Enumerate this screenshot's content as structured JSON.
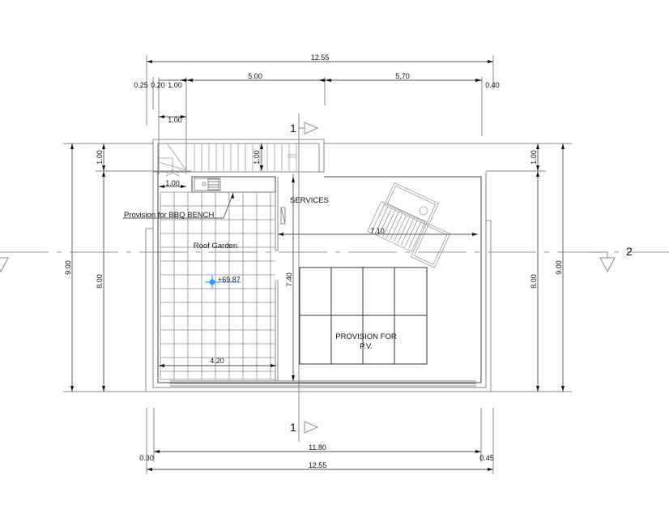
{
  "drawing": {
    "type": "roof plan",
    "stroke_color": "#444444",
    "accent_color": "#3399ff"
  },
  "dimensions": {
    "top_overall": "12.55",
    "top_left_a": "0.25",
    "top_left_b": "0.20",
    "top_left_c": "1.00",
    "top_mid": "5.00",
    "top_right": "5.70",
    "top_right_edge": "0.40",
    "stair_width_top": "1.00",
    "stair_depth": "1.00",
    "bbq_width": "1.00",
    "left_overall": "9.00",
    "left_upper": "1.00",
    "left_lower": "8.00",
    "right_overall": "9.00",
    "right_upper": "1.00",
    "right_lower": "8.00",
    "services_width": "7.10",
    "pv_height": "7.40",
    "garden_width": "4.20",
    "bottom_inner": "11.80",
    "bottom_left_edge": "0.30",
    "bottom_right_edge": "0.45",
    "bottom_overall": "12.55"
  },
  "labels": {
    "bbq": "Provision for BBQ BENCH",
    "garden": "Roof Garden",
    "services": "SERVICES",
    "pv_line1": "PROVISION FOR",
    "pv_line2": "P.V.",
    "level": "+69.87"
  },
  "section_markers": {
    "top": "1",
    "bottom": "1",
    "right": "2"
  }
}
